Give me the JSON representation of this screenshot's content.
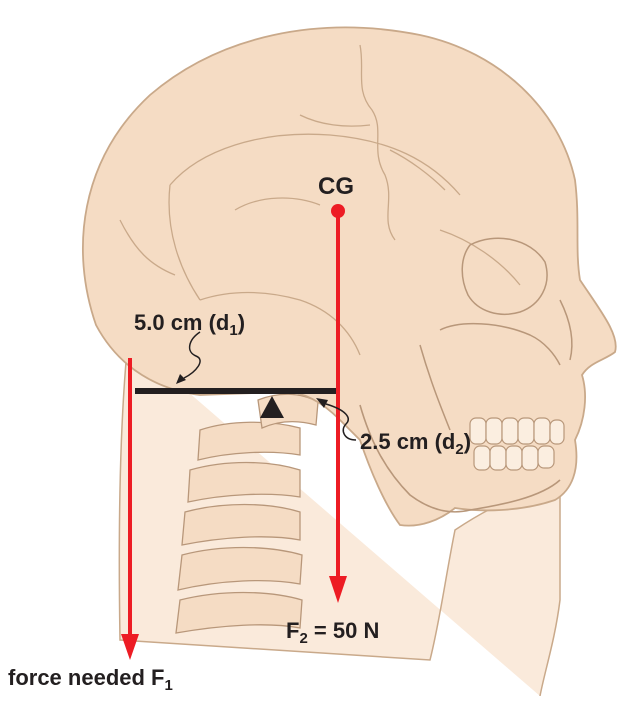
{
  "labels": {
    "cg": "CG",
    "d1_value": "5.0 cm (d",
    "d1_sub": "1",
    "d1_close": ")",
    "d2_value": "2.5 cm (d",
    "d2_sub": "2",
    "d2_close": ")",
    "f2_prefix": "F",
    "f2_sub": "2",
    "f2_value": " = 50 N",
    "f1_prefix": "force needed F",
    "f1_sub": "1"
  },
  "colors": {
    "skull_fill": "#f5dcc4",
    "skull_stroke": "#c9a98a",
    "neck_fill": "#faeadb",
    "arrow": "#ed1c24",
    "lever": "#231f20"
  }
}
